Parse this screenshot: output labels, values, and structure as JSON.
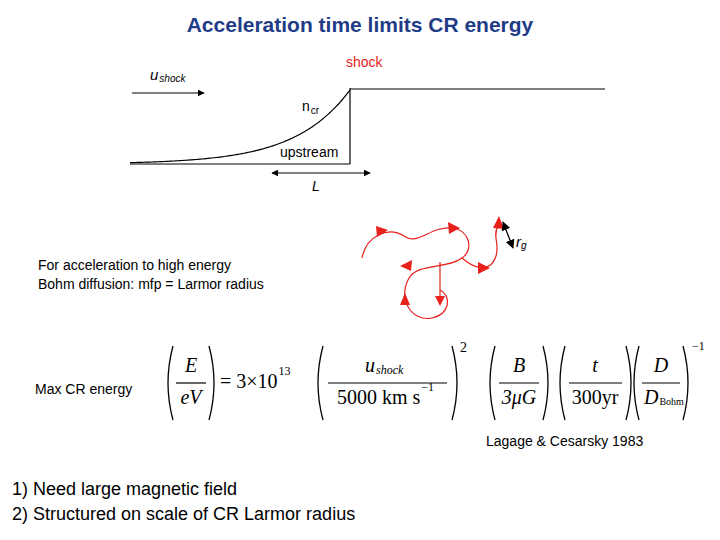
{
  "diagram": {
    "title": "Acceleration time limits CR energy",
    "labels": [
      "shock",
      "u",
      "shock",
      "n",
      "cr",
      "upstream",
      "L",
      "r",
      "g",
      "For acceleration to high energy",
      "Bohm diffusion: mfp = Larmor radius",
      "Max CR energy",
      "E",
      "eV",
      "= 3×10",
      "13",
      "u",
      "shock",
      "5000 km s",
      "−1",
      "2",
      "B",
      "3μG",
      "t",
      "300yr",
      "D",
      "D",
      "Bohm",
      "−1",
      "Lagage & Cesarsky 1983",
      "1) Need large magnetic field",
      "2) Structured on scale of CR Larmor radius"
    ]
  }
}
